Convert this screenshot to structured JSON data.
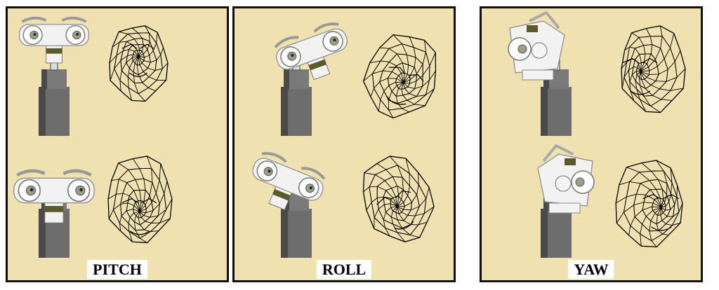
{
  "panels": [
    {
      "id": "pitch",
      "label": "PITCH"
    },
    {
      "id": "roll",
      "label": "ROLL"
    },
    {
      "id": "yaw",
      "label": "YAW"
    }
  ],
  "colors": {
    "background": "#efe1b0",
    "border": "#111111",
    "mesh": "#000000",
    "robot_body": "#f2f2f2",
    "robot_shadow": "#b8b8b8",
    "post": "#6d6d6d",
    "post_dark": "#4a4a4a",
    "accent": "#5a5a2a"
  },
  "poses": {
    "pitch": {
      "robot": [
        "level",
        "tilt-down"
      ],
      "face": [
        "pitch-up",
        "pitch-down"
      ]
    },
    "roll": {
      "robot": [
        "roll-right",
        "roll-left"
      ],
      "face": [
        "roll-right",
        "roll-left"
      ]
    },
    "yaw": {
      "robot": [
        "yaw-left",
        "yaw-right"
      ],
      "face": [
        "yaw-left",
        "yaw-right"
      ]
    }
  }
}
